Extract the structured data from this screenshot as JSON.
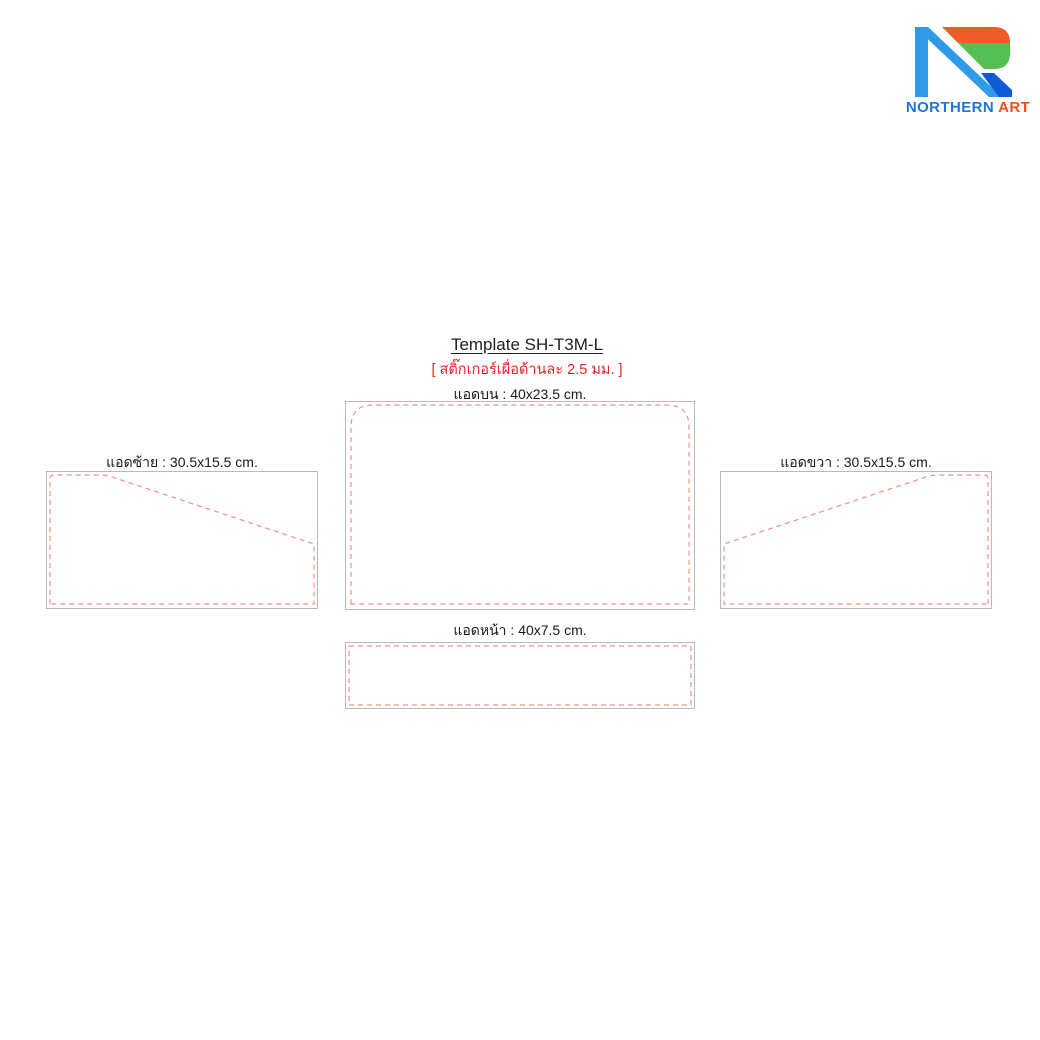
{
  "brand": {
    "monogram": "NR",
    "wordmark": {
      "primary": "NORTHERN",
      "secondary": "ART"
    },
    "colors": {
      "mark_light_blue": "#2f9be8",
      "mark_orange": "#f15b2a",
      "mark_green": "#55bf52",
      "mark_dark_blue": "#1159d6",
      "word_blue": "#1b76d4",
      "word_orange": "#f04e23"
    }
  },
  "header": {
    "title": "Template SH-T3M-L",
    "subtitle": "[ สติ๊กเกอร์เผื่อด้านละ 2.5 มม. ]",
    "subtitle_color": "#ec2027"
  },
  "panels": {
    "top": {
      "label": "แอดบน : 40x23.5 cm."
    },
    "left": {
      "label": "แอดซ้าย : 30.5x15.5 cm."
    },
    "right": {
      "label": "แอดขวา : 30.5x15.5 cm."
    },
    "front": {
      "label": "แอดหน้า : 40x7.5 cm."
    }
  },
  "style": {
    "cut_line_color": "#f2908c",
    "panel_border_color": "#b9b9b9",
    "background": "#ffffff"
  }
}
